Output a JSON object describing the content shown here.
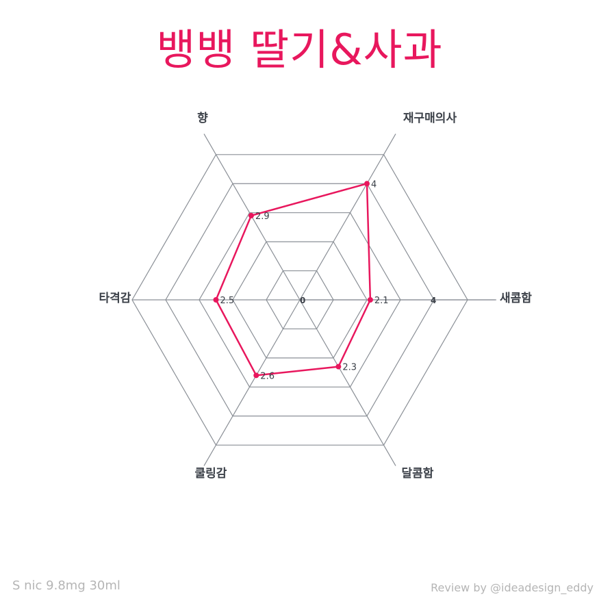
{
  "chart_data": {
    "type": "radar",
    "title": "뱅뱅 딸기&사과",
    "axes": [
      "재구매의사",
      "새콤함",
      "달콤함",
      "쿨링감",
      "타격감",
      "향"
    ],
    "values": [
      4,
      2.1,
      2.3,
      2.6,
      2.5,
      2.9
    ],
    "range": [
      0,
      5
    ],
    "rings": 5,
    "tick_labels": [
      "0",
      "4"
    ],
    "series_color": "#e8175d",
    "grid_color": "#8a8f96"
  },
  "footer": {
    "left": "S nic 9.8mg 30ml",
    "right": "Review by @ideadesign_eddy"
  }
}
